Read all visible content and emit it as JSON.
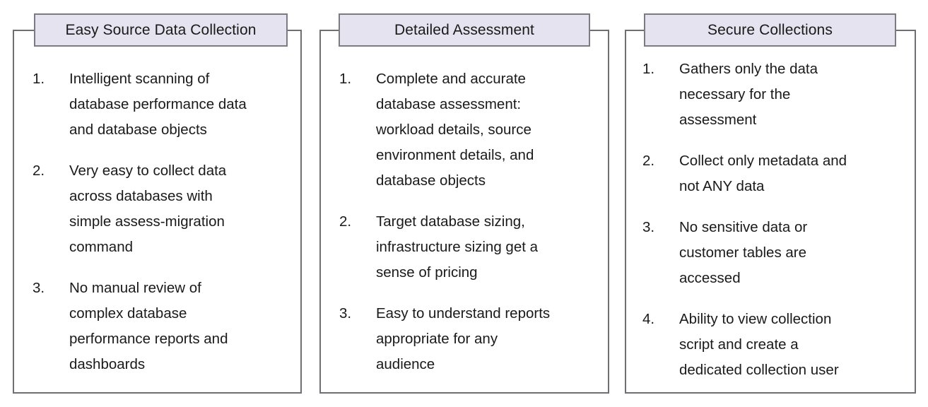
{
  "theme": {
    "page_background": "#ffffff",
    "frame_border": "#6e6e73",
    "header_border": "#7b7b84",
    "header_fill": "#e4e3ef",
    "text": "#1a1a1a"
  },
  "panels": [
    {
      "title": "Easy Source Data Collection",
      "items": [
        {
          "num": "1.",
          "text": "Intelligent scanning of\ndatabase performance data\nand database objects"
        },
        {
          "num": "2.",
          "text": "Very easy to collect data\nacross databases with\nsimple assess-migration\ncommand"
        },
        {
          "num": "3.",
          "text": "No manual review of\ncomplex database\nperformance reports and\ndashboards"
        }
      ]
    },
    {
      "title": "Detailed Assessment",
      "items": [
        {
          "num": "1.",
          "text": "Complete and accurate\ndatabase assessment:\nworkload details, source\nenvironment details, and\ndatabase objects"
        },
        {
          "num": "2.",
          "text": "Target database sizing,\ninfrastructure sizing get a\nsense of pricing"
        },
        {
          "num": "3.",
          "text": "Easy to understand reports\nappropriate for any\naudience"
        }
      ]
    },
    {
      "title": "Secure Collections",
      "items": [
        {
          "num": "1.",
          "text": "Gathers only the data\nnecessary for the\nassessment"
        },
        {
          "num": "2.",
          "text": "Collect only metadata and\nnot ANY data"
        },
        {
          "num": "3.",
          "text": "No sensitive data or\ncustomer tables are\naccessed"
        },
        {
          "num": "4.",
          "text": "Ability to view collection\nscript and create a\ndedicated collection user"
        }
      ]
    }
  ]
}
